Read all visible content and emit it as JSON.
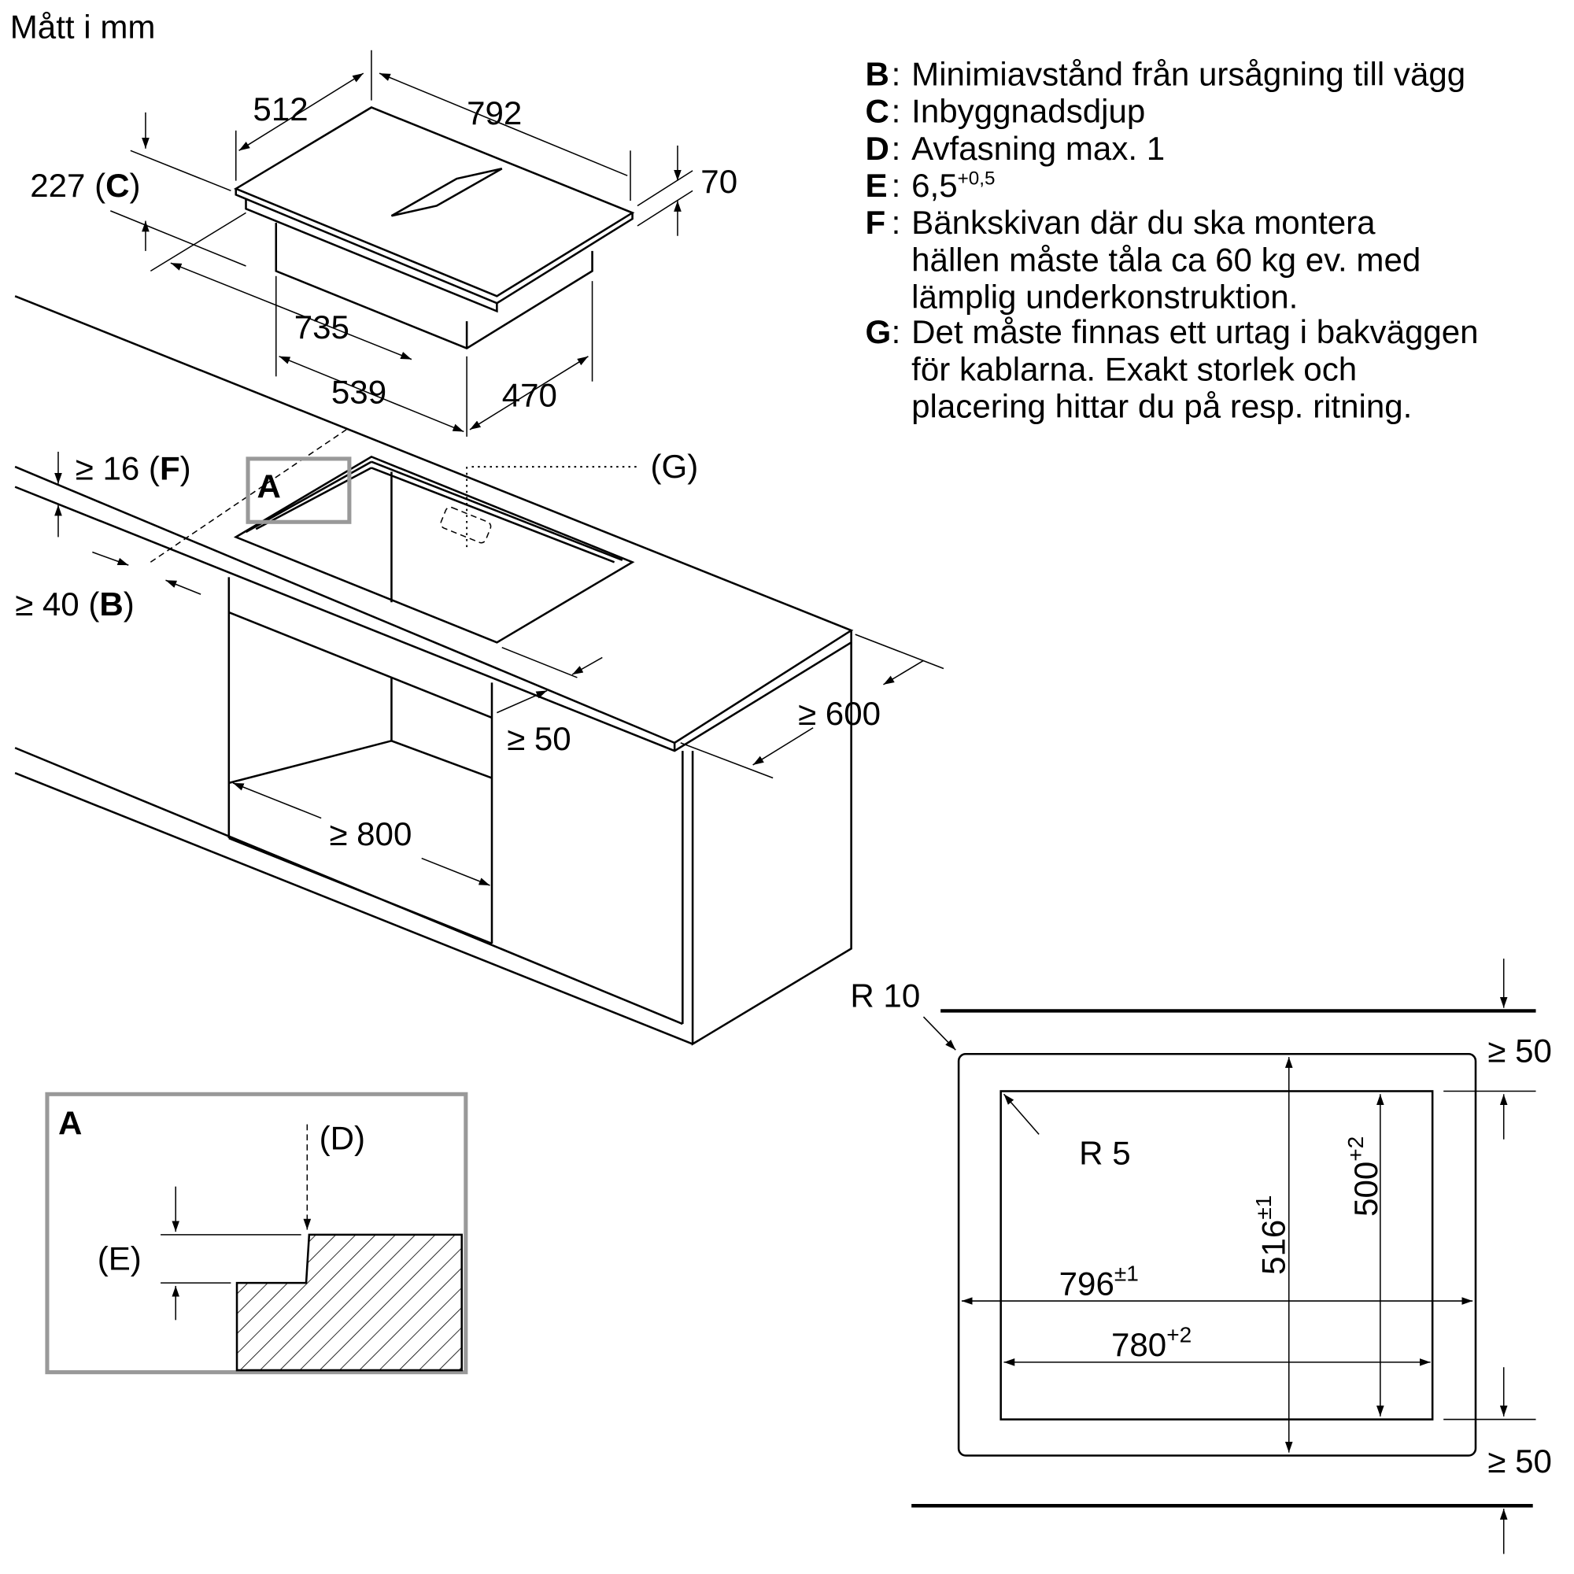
{
  "header": {
    "units_label": "Mått i mm"
  },
  "legend": [
    {
      "key": "B",
      "lines": [
        "Minimiavstånd från ursågning till vägg"
      ]
    },
    {
      "key": "C",
      "lines": [
        "Inbyggnadsdjup"
      ]
    },
    {
      "key": "D",
      "lines": [
        "Avfasning max. 1"
      ]
    },
    {
      "key": "E",
      "lines": [
        "6,5"
      ],
      "sup": "+0,5"
    },
    {
      "key": "F",
      "lines": [
        "Bänkskivan där du ska montera",
        "hällen måste tåla ca 60 kg ev. med",
        "lämplig underkonstruktion."
      ]
    },
    {
      "key": "G",
      "lines": [
        "Det måste finnas ett urtag i bakväggen",
        "för kablarna. Exakt storlek och",
        "placering hittar du på resp. ritning."
      ]
    }
  ],
  "hob_dims": {
    "d512": "512",
    "d792": "792",
    "d227": "227 (",
    "c": "C",
    "close": ")",
    "d70": "70",
    "d735": "735",
    "d539": "539",
    "d470": "470"
  },
  "counter_dims": {
    "f_pre": "≥ 16 (",
    "f": "F",
    "b_pre": "≥ 40 (",
    "b": "B",
    "close": ")",
    "g": "(G)",
    "a": "A",
    "d50": "≥ 50",
    "d600": "≥ 600",
    "d800": "≥ 800"
  },
  "detail_a": {
    "title": "A",
    "d": "(D)",
    "e": "(E)"
  },
  "cutout": {
    "r10": "R 10",
    "r5": "R 5",
    "w796": "796",
    "w796_tol": "±1",
    "w780": "780",
    "w780_tol": "+2",
    "h516": "516",
    "h516_tol": "±1",
    "h500": "500",
    "h500_tol": "+2",
    "top_gap": "≥ 50",
    "bottom_gap": "≥ 50"
  }
}
